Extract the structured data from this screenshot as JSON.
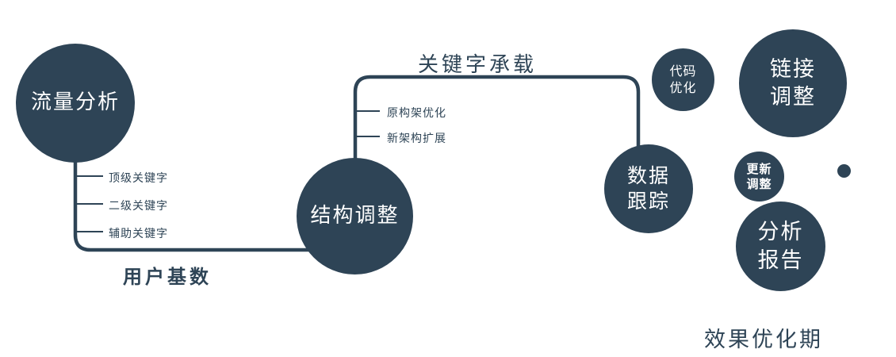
{
  "diagram": {
    "nodes": {
      "traffic_analysis": {
        "lines": [
          "流量分析"
        ]
      },
      "structure_adjust": {
        "lines": [
          "结构调整"
        ]
      },
      "data_tracking": {
        "lines": [
          "数据",
          "跟踪"
        ]
      },
      "code_optimize": {
        "lines": [
          "代码",
          "优化"
        ]
      },
      "link_adjust": {
        "lines": [
          "链接",
          "调整"
        ]
      },
      "update_adjust": {
        "lines": [
          "更新",
          "调整"
        ]
      },
      "analysis_report": {
        "lines": [
          "分析",
          "报告"
        ]
      }
    },
    "edge_labels": {
      "user_base": "用户基数",
      "keyword_carry": "关键字承载"
    },
    "tick_labels": {
      "traffic": [
        "顶级关键字",
        "二级关键字",
        "辅助关键字"
      ],
      "structure": [
        "原构架优化",
        "新架构扩展"
      ]
    },
    "caption": "效果优化期",
    "colors": {
      "accent": "#2e4456",
      "text_on_accent": "#ffffff",
      "background": "#ffffff"
    }
  }
}
